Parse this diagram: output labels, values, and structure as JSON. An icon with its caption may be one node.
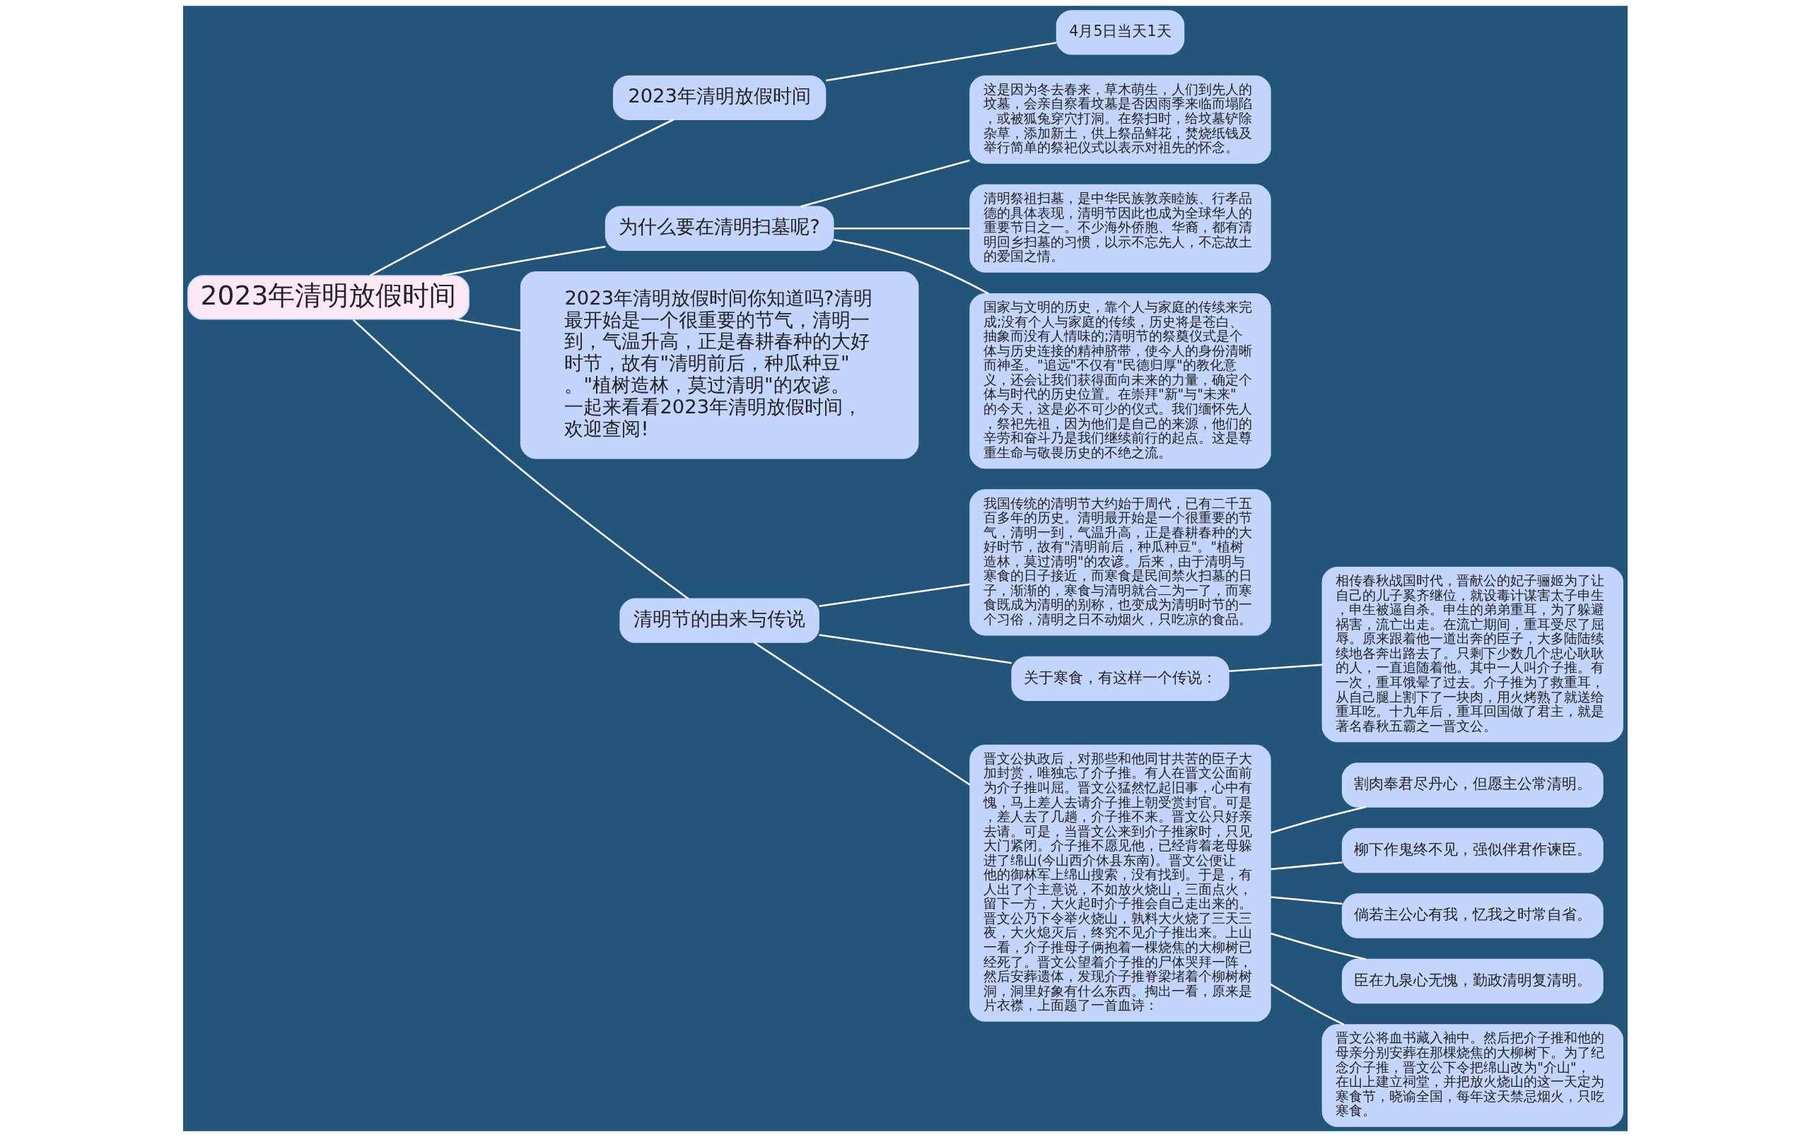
{
  "diagram": {
    "nodes": [
      {
        "text": [
          "2023年清明放假时间"
        ]
      },
      {
        "text": [
          "2023年清明放假时间"
        ]
      },
      {
        "text": [
          "4月5日当天1天"
        ]
      },
      {
        "text": [
          "为什么要在清明扫墓呢?"
        ]
      },
      {
        "text": [
          "这是因为冬去春来，草木萌生，人们到先人的坟墓，会亲自察看坟墓是否因雨季来临而塌陷，或被狐兔穿穴打洞。在祭扫时，给坟墓铲除杂草，添加新土，供上祭品鲜花，焚烧纸钱及举行简单的祭祀仪式以表示对祖先的怀念。"
        ]
      },
      {
        "text": [
          "清明祭祖扫墓，是中华民族敦亲睦族、行孝品德的具体表现，清明节因此也成为全球华人的重要节日之一。不少海外侨胞、华裔，都有清明回乡扫墓的习惯，以示不忘先人，不忘故土的爱国之情。"
        ]
      },
      {
        "text": [
          "国家与文明的历史，靠个人与家庭的传续来完成;没有个人与家庭的传续，历史将是苍白、抽象而没有人情味的;清明节的祭奠仪式是个体与历史连接的精神脐带，使今人的身份清晰而神圣。\"追远\"不仅有\"民德归厚\"的教化意义，还会让我们获得面向未来的力量，确定个体与时代的历史位置。在崇拜\"新\"与\"未来\"的今天，这是必不可少的仪式。我们缅怀先人，祭祀先祖，因为他们是自己的来源，他们的辛劳和奋斗乃是我们继续前行的起点。这是尊重生命与敬畏历史的不绝之流。"
        ]
      },
      {
        "text": [
          "2023年清明放假时间你知道吗?清明最开始是一个很重要的节气，清明一到，气温升高，正是春耕春种的大好时节，故有\"清明前后，种瓜种豆\"。\"植树造林，莫过清明\"的农谚。一起来看看2023年清明放假时间，欢迎查阅!"
        ]
      },
      {
        "text": [
          "清明节的由来与传说"
        ]
      },
      {
        "text": [
          "我国传统的清明节大约始于周代，已有二千五百多年的历史。清明最开始是一个很重要的节气，清明一到，气温升高，正是春耕春种的大好时节，故有\"清明前后，种瓜种豆\"。\"植树造林，莫过清明\"的农谚。后来，由于清明与寒食的日子接近，而寒食是民间禁火扫墓的日子，渐渐的，寒食与清明就合二为一了，而寒食既成为清明的别称，也变成为清明时节的一个习俗，清明之日不动烟火，只吃凉的食品。"
        ]
      },
      {
        "text": [
          "关于寒食，有这样一个传说："
        ]
      },
      {
        "text": [
          "相传春秋战国时代，晋献公的妃子骊姬为了让自己的儿子奚齐继位，就设毒计谋害太子申生，申生被逼自杀。申生的弟弟重耳，为了躲避祸害，流亡出走。在流亡期间，重耳受尽了屈辱。原来跟着他一道出奔的臣子，大多陆陆续续地各奔出路去了。只剩下少数几个忠心耿耿的人，一直追随着他。其中一人叫介子推。有一次，重耳饿晕了过去。介子推为了救重耳，从自己腿上割下了一块肉，用火烤熟了就送给重耳吃。十九年后，重耳回国做了君主，就是著名春秋五霸之一晋文公。"
        ]
      },
      {
        "text": [
          "晋文公执政后，对那些和他同甘共苦的臣子大加封赏，唯独忘了介子推。有人在晋文公面前为介子推叫屈。晋文公猛然忆起旧事，心中有愧，马上差人去请介子推上朝受赏封官。可是，差人去了几趟，介子推不来。晋文公只好亲去请。可是，当晋文公来到介子推家时，只见大门紧闭。介子推不愿见他，已经背着老母躲进了绵山(今山西介休县东南)。晋文公便让他的御林军上绵山搜索，没有找到。于是，有人出了个主意说，不如放火烧山，三面点火，留下一方，大火起时介子推会自己走出来的。晋文公乃下令举火烧山，孰料大火烧了三天三夜，大火熄灭后，终究不见介子推出来。上山一看，介子推母子俩抱着一棵烧焦的大柳树已经死了。晋文公望着介子推的尸体哭拜一阵，然后安葬遗体，发现介子推脊梁堵着个柳树树洞，洞里好象有什么东西。掏出一看，原来是片衣襟，上面题了一首血诗："
        ]
      },
      {
        "text": [
          "割肉奉君尽丹心，但愿主公常清明。"
        ]
      },
      {
        "text": [
          "柳下作鬼终不见，强似伴君作谏臣。"
        ]
      },
      {
        "text": [
          "倘若主公心有我，忆我之时常自省。"
        ]
      },
      {
        "text": [
          "臣在九泉心无愧，勤政清明复清明。"
        ]
      },
      {
        "text": [
          "晋文公将血书藏入袖中。然后把介子推和他的母亲分别安葬在那棵烧焦的大柳树下。为了纪念介子推，晋文公下令把绵山改为\"介山\"，在山上建立祠堂，并把放火烧山的这一天定为寒食节，晓谕全国，每年这天禁忌烟火，只吃寒食。"
        ]
      }
    ],
    "edges": [
      {
        "from": 0,
        "to": 1,
        "arrow": "none"
      },
      {
        "from": 1,
        "to": 2,
        "arrow": "none"
      },
      {
        "from": 0,
        "to": 3,
        "arrow": "none"
      },
      {
        "from": 3,
        "to": 4,
        "arrow": "none"
      },
      {
        "from": 3,
        "to": 5,
        "arrow": "none"
      },
      {
        "from": 3,
        "to": 6,
        "arrow": "none"
      },
      {
        "from": 0,
        "to": 7,
        "arrow": "none"
      },
      {
        "from": 0,
        "to": 8,
        "arrow": "none"
      },
      {
        "from": 8,
        "to": 9,
        "arrow": "none"
      },
      {
        "from": 8,
        "to": 10,
        "arrow": "none"
      },
      {
        "from": 10,
        "to": 11,
        "arrow": "none"
      },
      {
        "from": 8,
        "to": 12,
        "arrow": "none"
      },
      {
        "from": 12,
        "to": 13,
        "arrow": "none"
      },
      {
        "from": 12,
        "to": 14,
        "arrow": "none"
      },
      {
        "from": 12,
        "to": 15,
        "arrow": "none"
      },
      {
        "from": 12,
        "to": 16,
        "arrow": "none"
      },
      {
        "from": 12,
        "to": 17,
        "arrow": "none"
      }
    ]
  }
}
